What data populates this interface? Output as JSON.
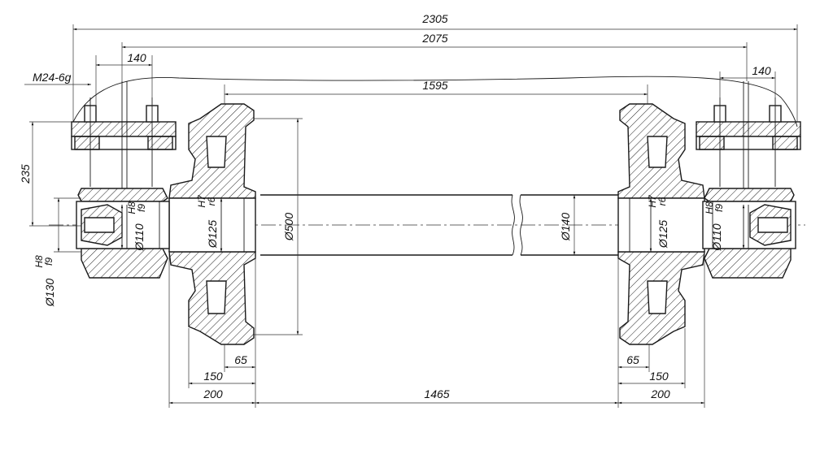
{
  "dimensions": {
    "total_length": "2305",
    "bearing_span": "2075",
    "wheel_span": "1595",
    "bolt_spacing_left": "140",
    "bolt_spacing_right": "140",
    "thread": "M24-6g",
    "height": "235",
    "hub_length": "200",
    "hub_length_right": "200",
    "inner_length": "1465",
    "rim_width": "150",
    "rim_width_right": "150",
    "flange": "65",
    "flange_right": "65"
  },
  "diameters": {
    "bearing_seat": "Ø130",
    "bearing_fit_num": "H8",
    "bearing_fit_den": "f9",
    "journal_left": "Ø110",
    "journal_right": "Ø110",
    "journal_fit_num": "H8",
    "journal_fit_den": "f9",
    "hub_left": "Ø125",
    "hub_right": "Ø125",
    "hub_fit_num": "H7",
    "hub_fit_den": "r6",
    "wheel": "Ø500",
    "axle": "Ø140"
  }
}
